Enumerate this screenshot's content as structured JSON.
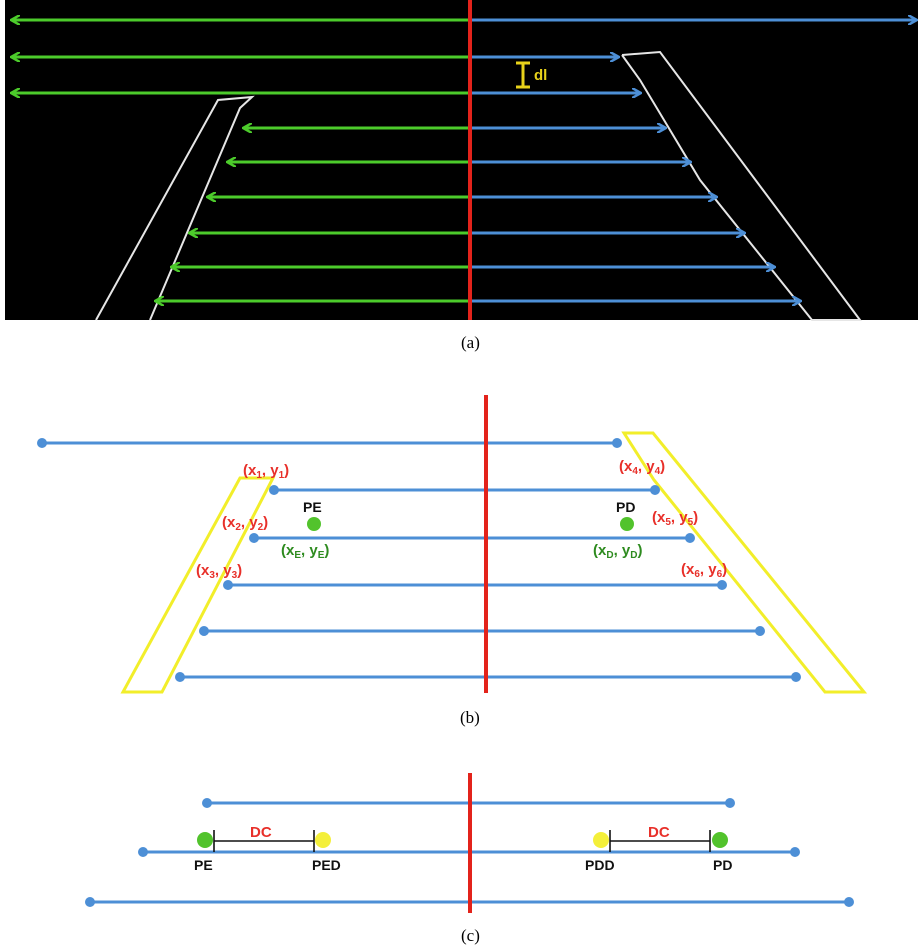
{
  "colors": {
    "arrow_left": "#4ccb2b",
    "arrow_right": "#4d8fd6",
    "center_line": "#e3231b",
    "road_edge": "#e6e6e6",
    "panel_bg": "#000000",
    "lane_yellow": "#f2ee2a",
    "point_green": "#52c32c",
    "point_yellow": "#f4ef3a",
    "dl_marker": "#e8d21a"
  },
  "panel_a": {
    "caption": "(a)",
    "dl_label": "dl"
  },
  "panel_b": {
    "caption": "(b)",
    "left_points": [
      {
        "x": "x",
        "xs": "1",
        "y": "y",
        "ys": "1"
      },
      {
        "x": "x",
        "xs": "2",
        "y": "y",
        "ys": "2"
      },
      {
        "x": "x",
        "xs": "3",
        "y": "y",
        "ys": "3"
      }
    ],
    "right_points": [
      {
        "x": "x",
        "xs": "4",
        "y": "y",
        "ys": "4"
      },
      {
        "x": "x",
        "xs": "5",
        "y": "y",
        "ys": "5"
      },
      {
        "x": "x",
        "xs": "6",
        "y": "y",
        "ys": "6"
      }
    ],
    "left_center_label": "PE",
    "right_center_label": "PD",
    "left_center_coord": {
      "x": "x",
      "xs": "E",
      "y": "y",
      "ys": "E"
    },
    "right_center_coord": {
      "x": "x",
      "xs": "D",
      "y": "y",
      "ys": "D"
    }
  },
  "panel_c": {
    "caption": "(c)",
    "dc_label_left": "DC",
    "dc_label_right": "DC",
    "pe_label": "PE",
    "ped_label": "PED",
    "pdd_label": "PDD",
    "pd_label": "PD"
  }
}
